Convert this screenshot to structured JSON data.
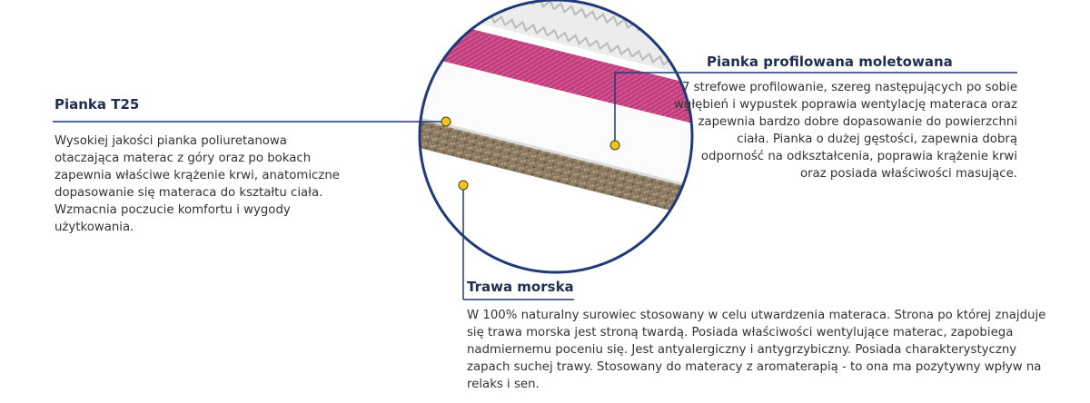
{
  "left": {
    "title": "Pianka T25",
    "description": "Wysokiej jakości pianka poliuretanowa otaczająca materac z góry oraz po bokach zapewnia właściwe krążenie krwi, anatomiczne dopasowanie się materaca do kształtu ciała. Wzmacnia poczucie komfortu i wygody użytkowania."
  },
  "right": {
    "title": "Pianka profilowana moletowana",
    "description": "7 strefowe profilowanie, szereg następujących po sobie wgłębień i wypustek poprawia wentylację materaca oraz zapewnia bardzo dobre dopasowanie do powierzchni ciała. Pianka o dużej gęstości, zapewnia dobrą odporność na odkształcenia, poprawia krążenie krwi oraz posiada właściwości masujące."
  },
  "bottom": {
    "title": "Trawa morska",
    "description": "W 100% naturalny surowiec stosowany w celu utwardzenia materaca. Strona po której znajduje się trawa morska jest stroną twardą. Posiada właściwości wentylujące materac, zapobiega nadmiernemu poceniu się. Jest antyalergiczny i antygrzybiczny. Posiada charakterystyczny zapach suchej trawy. Stosowany do materacy z aromaterapią - to ona ma pozytywny wpływ na relaks i sen."
  },
  "colors": {
    "navy": "#1f3a78",
    "marker": "#f2c319",
    "pink_layer": "#c03c7d",
    "seagrass": "#8a7a62"
  }
}
